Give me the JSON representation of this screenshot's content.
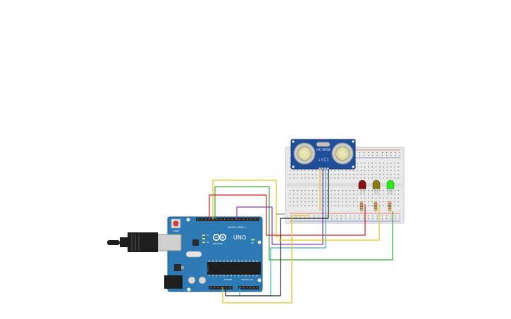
{
  "sensor": {
    "model": "HC-SR04",
    "pins": [
      "Vcc",
      "Trig",
      "Echo",
      "Gnd"
    ]
  },
  "arduino": {
    "brand": "ARDUINO",
    "model": "UNO",
    "reset_label": "RESET",
    "header_digital": "DIGITAL (PWM~)",
    "header_power": "POWER",
    "header_analog": "ANALOG IN",
    "led_on": "ON",
    "led_tx": "TX",
    "led_rx": "RX"
  },
  "leds": [
    {
      "name": "red",
      "color": "#8a1010"
    },
    {
      "name": "yellow",
      "color": "#8a7a10"
    },
    {
      "name": "green",
      "color": "#2ee81e"
    }
  ],
  "wire_colors": {
    "yellow": "#e8c21e",
    "green": "#3aa83a",
    "red": "#d42020",
    "purple": "#8a3ab8",
    "cyan": "#3ab0c8",
    "black": "#202020",
    "gray": "#8a8a8a"
  }
}
